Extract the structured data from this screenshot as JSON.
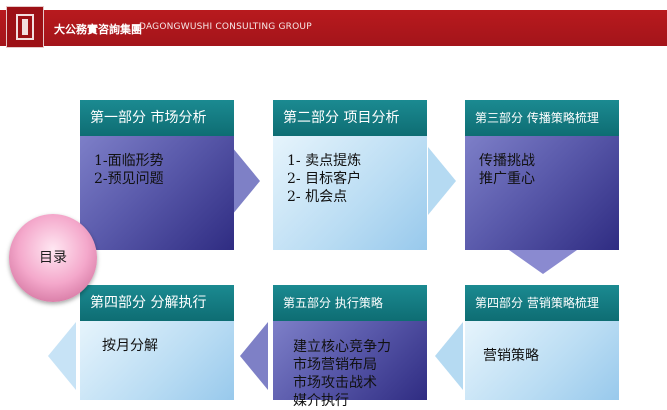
{
  "header": {
    "brand_cn": "大公務實咨詢集團",
    "brand_en": "DAGONGWUSHI CONSULTING GROUP"
  },
  "center": {
    "label": "目录"
  },
  "cards": [
    {
      "title": "第一部分  市场分析",
      "body": "1-面临形势\n2-预见问题"
    },
    {
      "title": "第二部分  项目分析",
      "body": "1- 卖点提炼\n2- 目标客户\n2- 机会点"
    },
    {
      "title": "第三部分  传播策略梳理",
      "body": "传播挑战\n推广重心"
    },
    {
      "title": "第四部分  分解执行",
      "body": "按月分解"
    },
    {
      "title": "第五部分  执行策略",
      "body": "建立核心竞争力\n市场营销布局\n市场攻击战术\n媒介执行"
    },
    {
      "title": "第四部分  营销策略梳理",
      "body": "营销策略"
    }
  ]
}
